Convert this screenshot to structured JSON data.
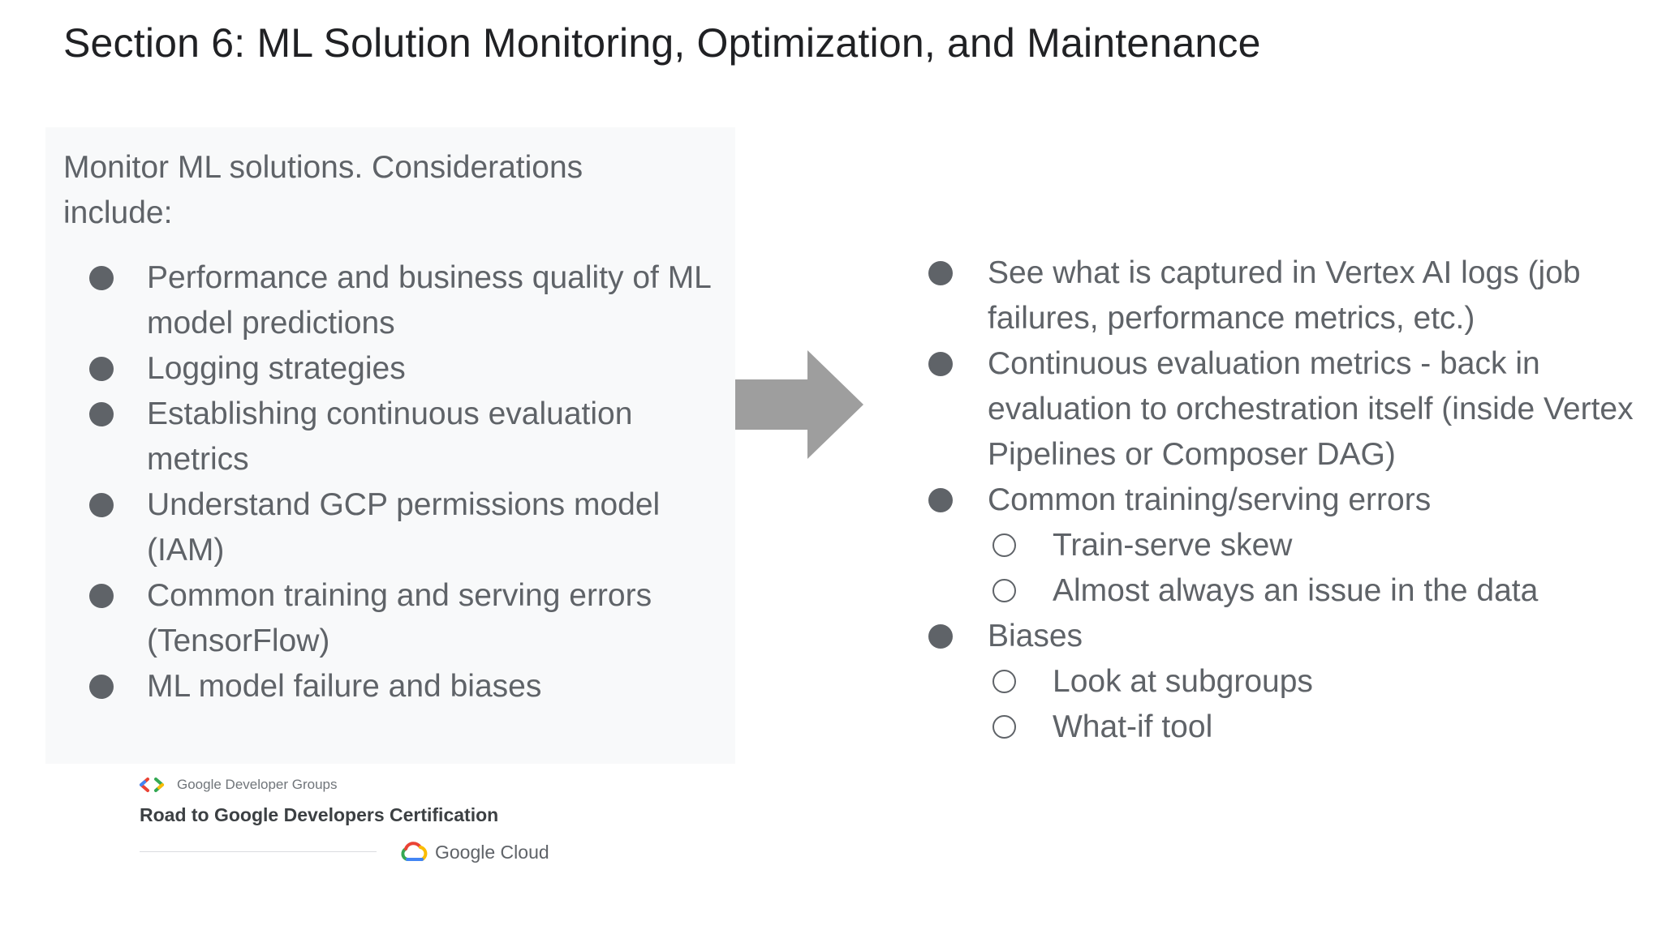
{
  "slide": {
    "title": "Section 6: ML Solution Monitoring, Optimization, and Maintenance"
  },
  "left_panel": {
    "intro": "Monitor ML solutions. Considerations include:",
    "items": [
      {
        "text": "Performance and business quality of ML model predictions"
      },
      {
        "text": "Logging strategies"
      },
      {
        "text": "Establishing continuous evaluation metrics"
      },
      {
        "text": "Understand GCP permissions model (IAM)"
      },
      {
        "text": "Common training and serving errors (TensorFlow)"
      },
      {
        "text": "ML model failure and biases"
      }
    ]
  },
  "arrow": {
    "icon": "right-arrow-icon",
    "color": "#9e9e9e"
  },
  "right_panel": {
    "items": [
      {
        "text": "See what is captured in Vertex AI logs (job failures, performance metrics, etc.)"
      },
      {
        "text": "Continuous evaluation metrics - back in evaluation to orchestration itself (inside Vertex Pipelines or Composer DAG)"
      },
      {
        "text": "Common training/serving errors",
        "subitems": [
          "Train-serve skew",
          "Almost always an issue in the data"
        ]
      },
      {
        "text": "Biases",
        "subitems": [
          "Look at subgroups",
          "What-if tool"
        ]
      }
    ]
  },
  "branding": {
    "gdg_label": "Google Developer Groups",
    "title": "Road to Google Developers Certification",
    "cloud_label": "Google Cloud"
  },
  "colors": {
    "text_primary": "#202124",
    "text_secondary": "#5f6368",
    "panel_background": "#f8f9fa",
    "google_blue": "#4285f4",
    "google_red": "#ea4335",
    "google_yellow": "#fbbc04",
    "google_green": "#34a853"
  }
}
